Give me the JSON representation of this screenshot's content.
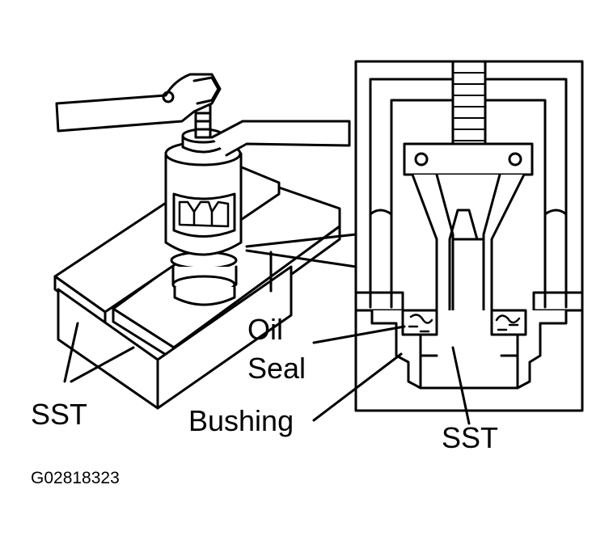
{
  "labels": {
    "oil_seal_line1": "Oil",
    "oil_seal_line2": "Seal",
    "bushing": "Bushing",
    "sst_left": "SST",
    "sst_right": "SST",
    "figure_code": "G02818323"
  },
  "colors": {
    "line": "#000000",
    "background": "#ffffff"
  }
}
